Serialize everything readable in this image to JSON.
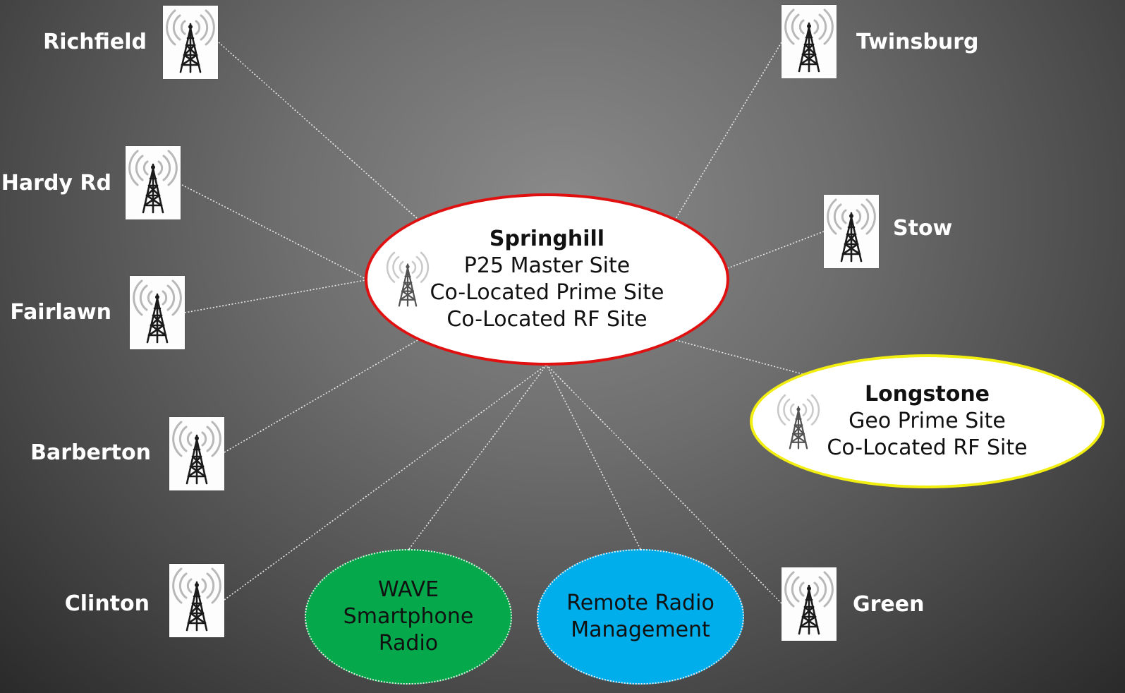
{
  "sites": {
    "richfield": "Richfield",
    "hardy": "Hardy Rd",
    "fairlawn": "Fairlawn",
    "barberton": "Barberton",
    "clinton": "Clinton",
    "twinsburg": "Twinsburg",
    "stow": "Stow",
    "green": "Green"
  },
  "springhill": {
    "name": "Springhill",
    "line1": "P25 Master Site",
    "line2": "Co-Located Prime Site",
    "line3": "Co-Located RF Site",
    "border_color": "#e01010"
  },
  "longstone": {
    "name": "Longstone",
    "line1": "Geo Prime Site",
    "line2": "Co-Located RF Site",
    "border_color": "#f2ee10"
  },
  "wave": {
    "line1": "WAVE",
    "line2": "Smartphone",
    "line3": "Radio",
    "color": "#05a84a"
  },
  "rrm": {
    "line1": "Remote Radio",
    "line2": "Management",
    "color": "#00aeec"
  },
  "icons": {
    "tower": "radio-tower-icon"
  }
}
